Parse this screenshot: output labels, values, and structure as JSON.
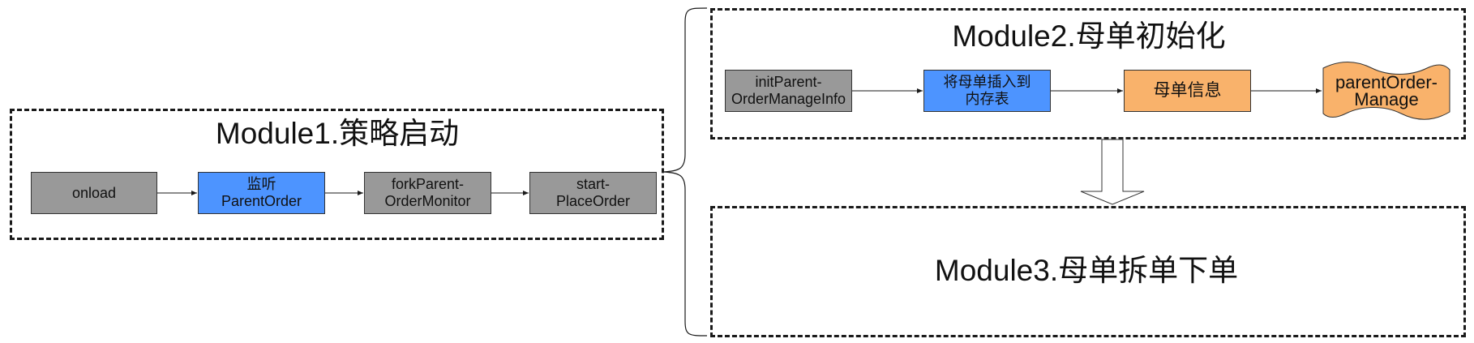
{
  "modules": {
    "m1": {
      "title": "Module1.策略启动",
      "nodes": [
        {
          "line1": "onload",
          "line2": "",
          "color": "gray"
        },
        {
          "line1": "监听",
          "line2": "ParentOrder",
          "color": "blue"
        },
        {
          "line1": "forkParent-",
          "line2": "OrderMonitor",
          "color": "gray"
        },
        {
          "line1": "start-",
          "line2": "PlaceOrder",
          "color": "gray"
        }
      ]
    },
    "m2": {
      "title": "Module2.母单初始化",
      "nodes": [
        {
          "line1": "initParent-",
          "line2": "OrderManageInfo",
          "color": "gray"
        },
        {
          "line1": "将母单插入到",
          "line2": "内存表",
          "color": "blue"
        },
        {
          "line1": "母单信息",
          "line2": "",
          "color": "orange"
        }
      ],
      "wave_node": {
        "line1": "parentOrder-",
        "line2": "Manage",
        "color": "orange"
      }
    },
    "m3": {
      "title": "Module3.母单拆单下单"
    }
  },
  "colors": {
    "gray": "#999999",
    "blue": "#4d94ff",
    "orange": "#f9b26b",
    "line": "#1a1a1a"
  }
}
